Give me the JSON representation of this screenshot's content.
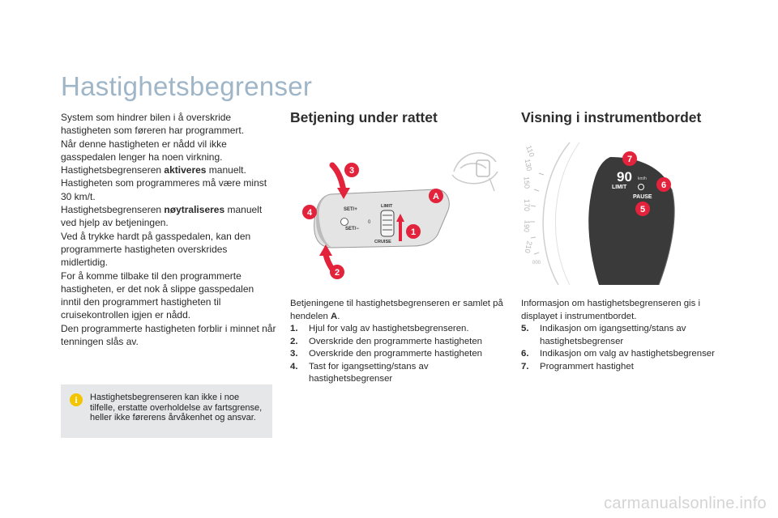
{
  "page": {
    "title": "Hastighetsbegrenser",
    "watermark": "carmanualsonline.info"
  },
  "intro": {
    "p1": "System som hindrer bilen i å overskride hastigheten som føreren har programmert.",
    "p2": "Når denne hastigheten er nådd vil ikke gasspedalen lenger ha noen virkning.",
    "p3_before": "Hastighetsbegrenseren ",
    "p3_bold": "aktiveres",
    "p3_after": " manuelt.",
    "p4": "Hastigheten som programmeres må være minst 30 km/t.",
    "p5_before": "Hastighetsbegrenseren ",
    "p5_bold": "nøytraliseres",
    "p5_after": " manuelt ved hjelp av betjeningen.",
    "p6": "Ved å trykke hardt på gasspedalen, kan den programmerte hastigheten overskrides midlertidig.",
    "p7": "For å komme tilbake til den programmerte hastigheten, er det nok å slippe gasspedalen inntil den programmert hastigheten til cruisekontrollen igjen er nådd.",
    "p8": "Den programmerte hastigheten forblir i minnet når tenningen slås av."
  },
  "note": {
    "icon": "info-icon",
    "text": "Hastighetsbegrenseren kan ikke i noe tilfelle, erstatte overholdelse av fartsgrense, heller ikke førerens årvåkenhet og ansvar."
  },
  "controls": {
    "title": "Betjening under rattet",
    "figure": {
      "label_set_plus": "SET/+",
      "label_set_minus": "SET/−",
      "label_limit": "LIMIT",
      "label_cruise": "CRUISE",
      "label_zero": "0",
      "callouts": [
        "3",
        "A",
        "4",
        "1",
        "2"
      ]
    },
    "desc_lead": "Betjeningene til hastighetsbegrenseren er samlet på hendelen ",
    "desc_lead_bold": "A",
    "desc_lead_end": ".",
    "items": [
      {
        "num": "1.",
        "text": "Hjul for valg av hastighetsbegrenseren."
      },
      {
        "num": "2.",
        "text": "Overskride den programmerte hastigheten"
      },
      {
        "num": "3.",
        "text": "Overskride den programmerte hastigheten"
      },
      {
        "num": "4.",
        "text": "Tast for igangsetting/stans av hastighetsbegrenser"
      }
    ]
  },
  "display": {
    "title": "Visning i instrumentbordet",
    "figure": {
      "speed": "90",
      "unit": "km/h",
      "limit_label": "LIMIT",
      "pause_label": "PAUSE",
      "dial_numbers": [
        "110",
        "130",
        "150",
        "170",
        "190",
        "210"
      ],
      "odometer": "000",
      "callouts": [
        "7",
        "6",
        "5"
      ]
    },
    "desc_lead": "Informasjon om hastighetsbegrenseren gis i displayet i instrumentbordet.",
    "items": [
      {
        "num": "5.",
        "text": "Indikasjon om igangsetting/stans av hastighetsbegrenser"
      },
      {
        "num": "6.",
        "text": "Indikasjon om valg av hastighetsbegrenser"
      },
      {
        "num": "7.",
        "text": "Programmert hastighet"
      }
    ]
  },
  "colors": {
    "title": "#9fb5c8",
    "callout": "#e2233b",
    "arrow": "#e2233b",
    "note_bg": "#e6e7e8",
    "info_icon": "#f2c500",
    "dial_panel": "#3a3a3a"
  }
}
